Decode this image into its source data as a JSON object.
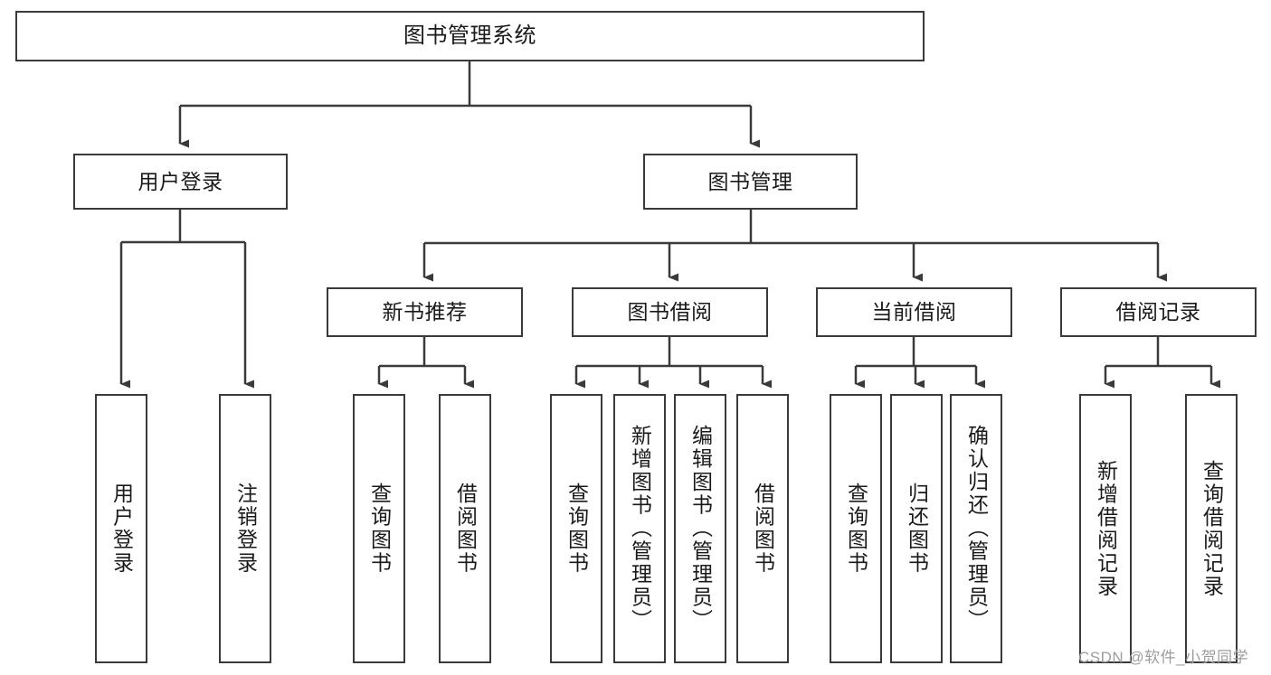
{
  "diagram": {
    "title": "图书管理系统",
    "type": "hierarchy-tree",
    "orientation": "top-down",
    "style": {
      "box_border_color": "#3a3a3a",
      "box_fill_color": "#ffffff",
      "connector_color": "#3a3a3a",
      "text_color": "#1a1a1a",
      "background": "#ffffff"
    },
    "root": {
      "label": "图书管理系统"
    },
    "level2": [
      {
        "label": "用户登录"
      },
      {
        "label": "图书管理"
      }
    ],
    "level3": [
      {
        "label": "新书推荐"
      },
      {
        "label": "图书借阅"
      },
      {
        "label": "当前借阅"
      },
      {
        "label": "借阅记录"
      }
    ],
    "leaves": {
      "user_login": [
        {
          "label": "用户登录"
        },
        {
          "label": "注销登录"
        }
      ],
      "new_book_recommend": [
        {
          "label": "查询图书"
        },
        {
          "label": "借阅图书"
        }
      ],
      "book_borrow": [
        {
          "label": "查询图书"
        },
        {
          "label": "新增图书（管理员）"
        },
        {
          "label": "编辑图书（管理员）"
        },
        {
          "label": "借阅图书"
        }
      ],
      "current_borrow": [
        {
          "label": "查询图书"
        },
        {
          "label": "归还图书"
        },
        {
          "label": "确认归还（管理员）"
        }
      ],
      "borrow_record": [
        {
          "label": "新增借阅记录"
        },
        {
          "label": "查询借阅记录"
        }
      ]
    }
  },
  "watermark": {
    "text": "CSDN @软件_小贺同学"
  }
}
